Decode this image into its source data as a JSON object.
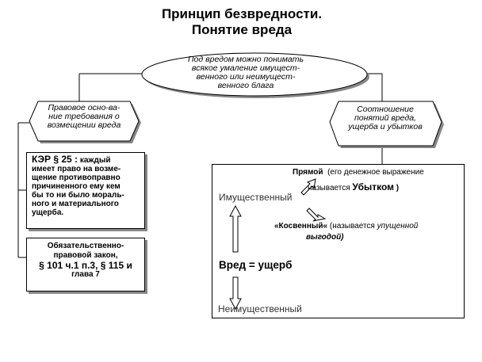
{
  "title_line1": "Принцип безвредности.",
  "title_line2": "Понятие вреда",
  "ellipse": {
    "line1": "Под вредом можно понимать",
    "line2": "всякое умаление имущест-",
    "line3": "венного или неимущест-",
    "line4": "венного блага"
  },
  "left_hex": {
    "line1": "Правовое осно-",
    "line2": "ва-",
    "line3": "ние требования о",
    "line4": "возмещении вреда"
  },
  "right_hex": {
    "line1": "Соотношение",
    "line2": "понятий вреда,",
    "line3": "ущерба и убытков"
  },
  "kep": {
    "heading": "КЭР § 25 :",
    "line1": "каждый",
    "line2": "имеет право на возме-",
    "line3": "щение противоправно",
    "line4": "причиненного ему кем",
    "line5": "бы то ни было мораль-",
    "line6": "ного и материального",
    "line7": "ущерба."
  },
  "law": {
    "line1": "Обязательственно-",
    "line2": "правовой закон,",
    "line3": "§ 101 ч.1 п.3, § 115 и",
    "line4": "глава 7"
  },
  "damage": {
    "direct_label": "Прямой",
    "direct_note": "(его денежное выражение",
    "direct_note2": "называется",
    "direct_term": "Убытком",
    "direct_close": ")",
    "property": "Имущественный",
    "indirect_label": "«Косвенный«",
    "indirect_note": "(называется",
    "indirect_note2": "упущенной",
    "indirect_note3": "выгодой)",
    "formula": "Вред = ущерб",
    "nonproperty": "Неимущественный"
  }
}
